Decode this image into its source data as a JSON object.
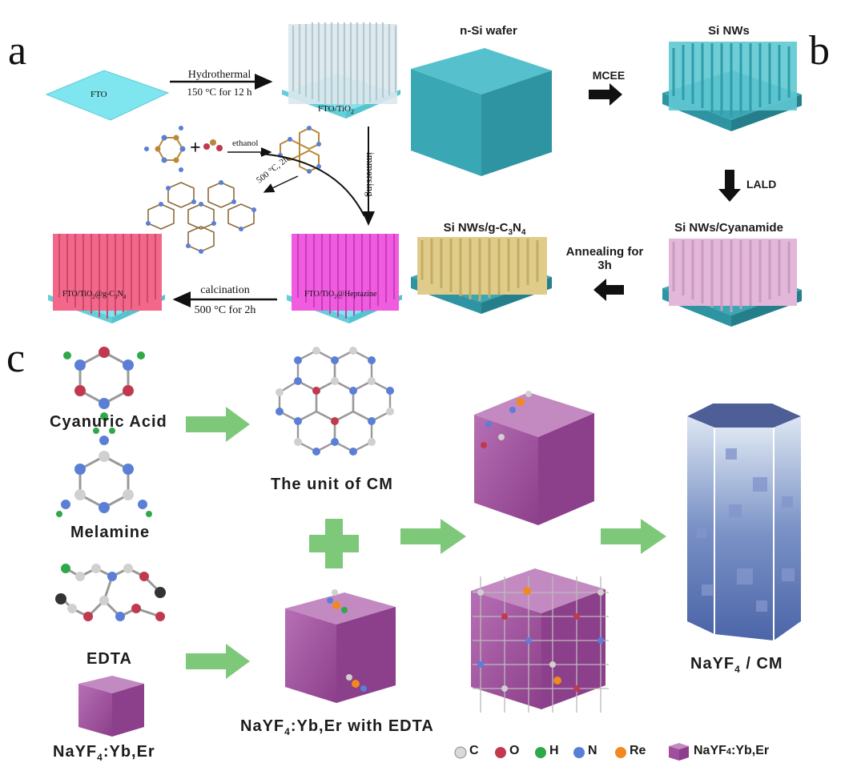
{
  "panels": {
    "a": "a",
    "b": "b",
    "c": "c"
  },
  "panel_a": {
    "fto": "FTO",
    "fto_tio2": "FTO/TiO",
    "fto_tio2_sub": "2",
    "hydrothermal": "Hydrothermal",
    "hydrothermal_cond": "150 °C for 12 h",
    "ethanol": "ethanol",
    "heat_cond": "500 °C, 2h",
    "immersing": "immersing",
    "heptazine_prefix": "FTO/TiO",
    "heptazine_sub": "2",
    "heptazine_suffix": "@Heptazine",
    "gcn_prefix": "FTO/TiO",
    "gcn_sub": "2",
    "gcn_mid": "@g-C",
    "gcn_sub2": "3",
    "gcn_mid2": "N",
    "gcn_sub3": "4",
    "calcination": "calcination",
    "calcination_cond": "500 °C for 2h",
    "plus": "+"
  },
  "panel_b": {
    "wafer": "n-Si wafer",
    "mcee": "MCEE",
    "si_nws": "Si NWs",
    "lald": "LALD",
    "cyanamide": "Si NWs/Cyanamide",
    "annealing": "Annealing for",
    "annealing2": "3h",
    "gcn_prefix": "Si NWs/g-C",
    "gcn_sub": "3",
    "gcn_mid": "N",
    "gcn_sub2": "4"
  },
  "panel_c": {
    "cyanuric": "Cyanuric Acid",
    "melamine": "Melamine",
    "edta": "EDTA",
    "nayf_prefix": "NaYF",
    "nayf_sub": "4",
    "nayf_suffix": ":Yb,Er",
    "unit_cm": "The unit of CM",
    "with_edta_prefix": "NaYF",
    "with_edta_sub": "4",
    "with_edta_suffix": ":Yb,Er with EDTA",
    "final_prefix": "NaYF",
    "final_sub": "4",
    "final_suffix": " / CM",
    "legend": [
      {
        "symbol": "C",
        "color": "#d9d9d9"
      },
      {
        "symbol": "O",
        "color": "#c0394f"
      },
      {
        "symbol": "H",
        "color": "#2fa84a"
      },
      {
        "symbol": "N",
        "color": "#5b7fd6"
      },
      {
        "symbol": "Re",
        "color": "#f08a1e"
      }
    ],
    "legend_cube_prefix": "NaYF",
    "legend_cube_sub": "4",
    "legend_cube_suffix": ":Yb,Er"
  },
  "colors": {
    "fto": "#7fe6f0",
    "tio2": "#d8e6ea",
    "heptazine": "#f05ce0",
    "gcn_pink": "#f2678a",
    "si_teal": "#3aa7b5",
    "cyanamide": "#e3b7d9",
    "gcn_gold": "#e0cc8a",
    "arrow_green": "#7ec87a",
    "cube_purple": "#a04f9e"
  }
}
